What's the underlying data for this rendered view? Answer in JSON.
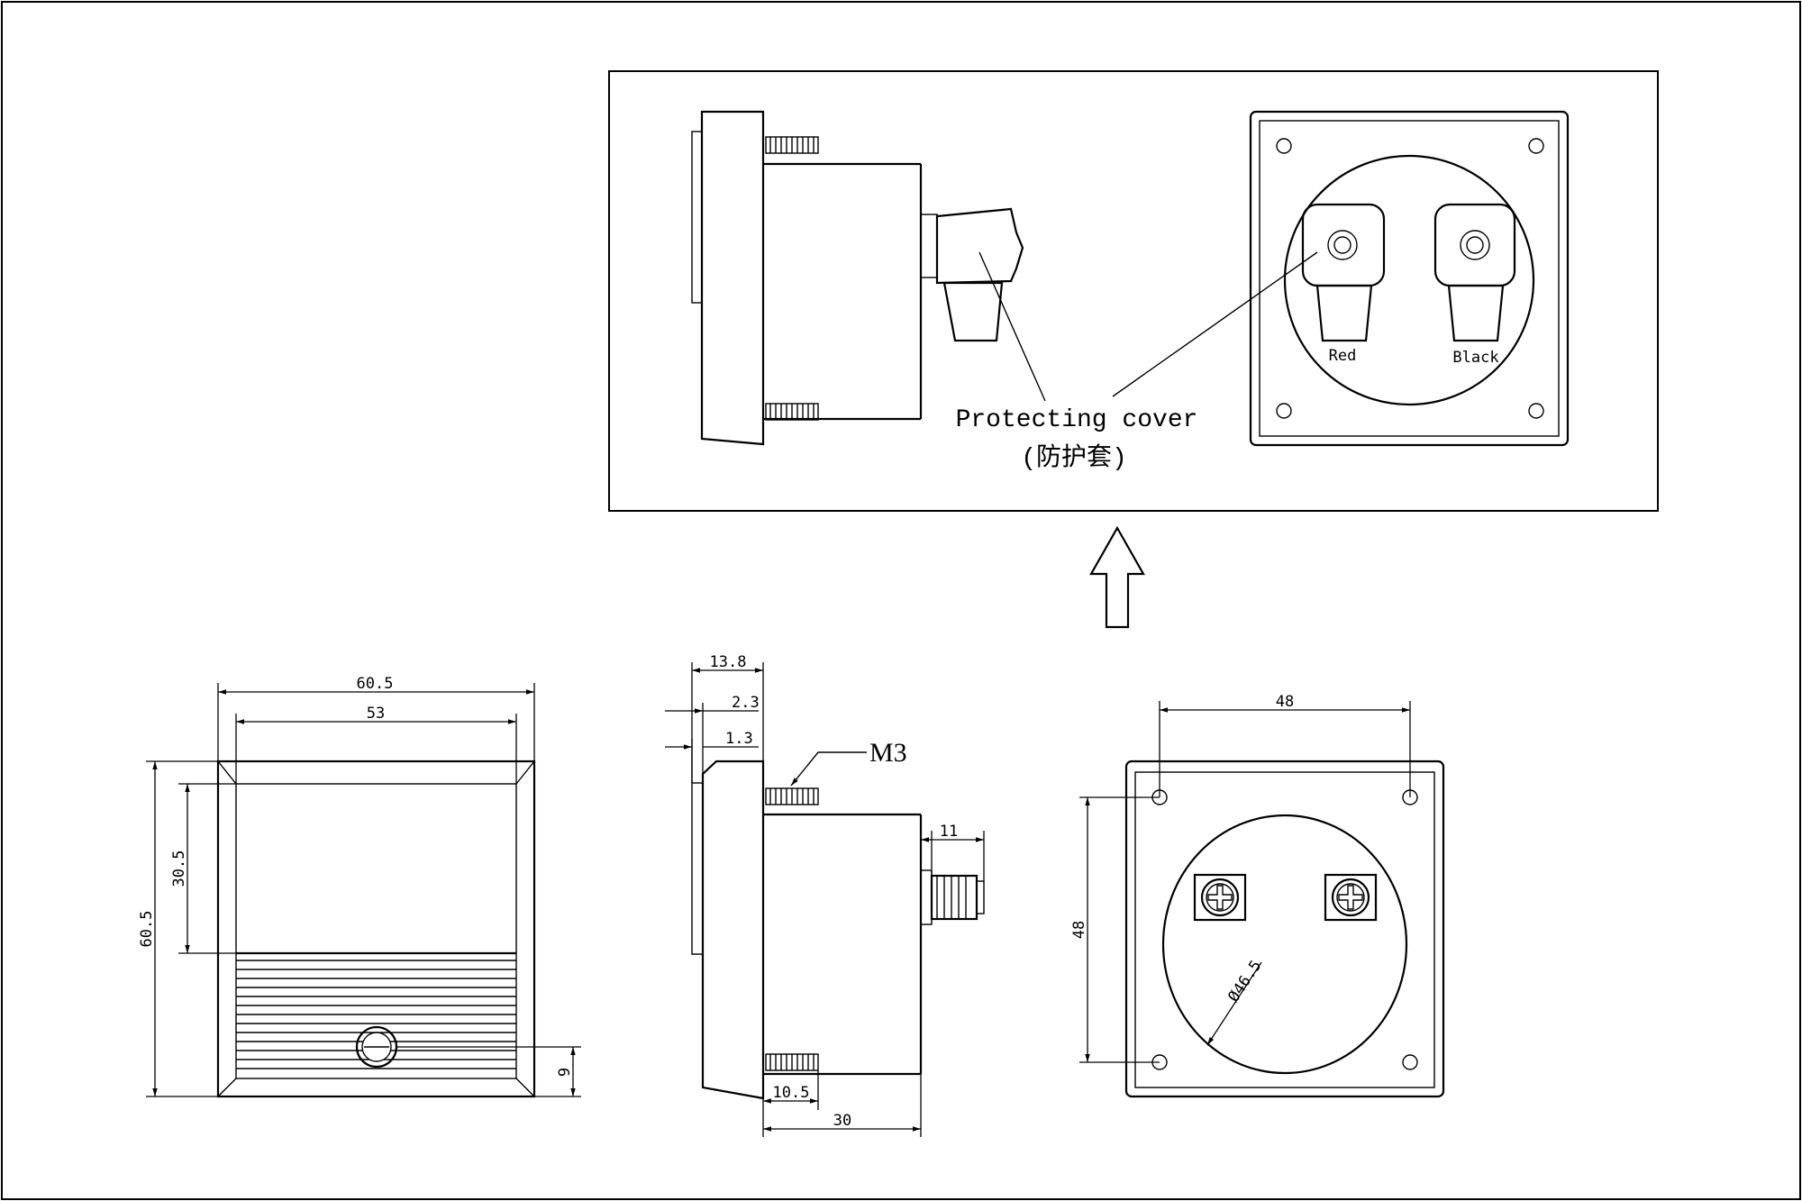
{
  "inset": {
    "protecting_cover_label": "Protecting cover",
    "protecting_cover_label_cn": "(防护套)",
    "terminal_red": "Red",
    "terminal_black": "Black"
  },
  "front_view": {
    "dim_width_outer": "60.5",
    "dim_width_inner": "53",
    "dim_height_outer": "60.5",
    "dim_window_height": "30.5",
    "dim_adjuster_offset": "9"
  },
  "side_view": {
    "dim_bezel_depth": "13.8",
    "dim_step_a": "2.3",
    "dim_step_b": "1.3",
    "dim_stud_length": "10.5",
    "dim_body_depth": "30",
    "dim_terminal_length": "11",
    "thread_label": "M3"
  },
  "back_view": {
    "dim_hole_spacing_h": "48",
    "dim_hole_spacing_v": "48",
    "dim_body_diameter": "Ø46.5"
  }
}
